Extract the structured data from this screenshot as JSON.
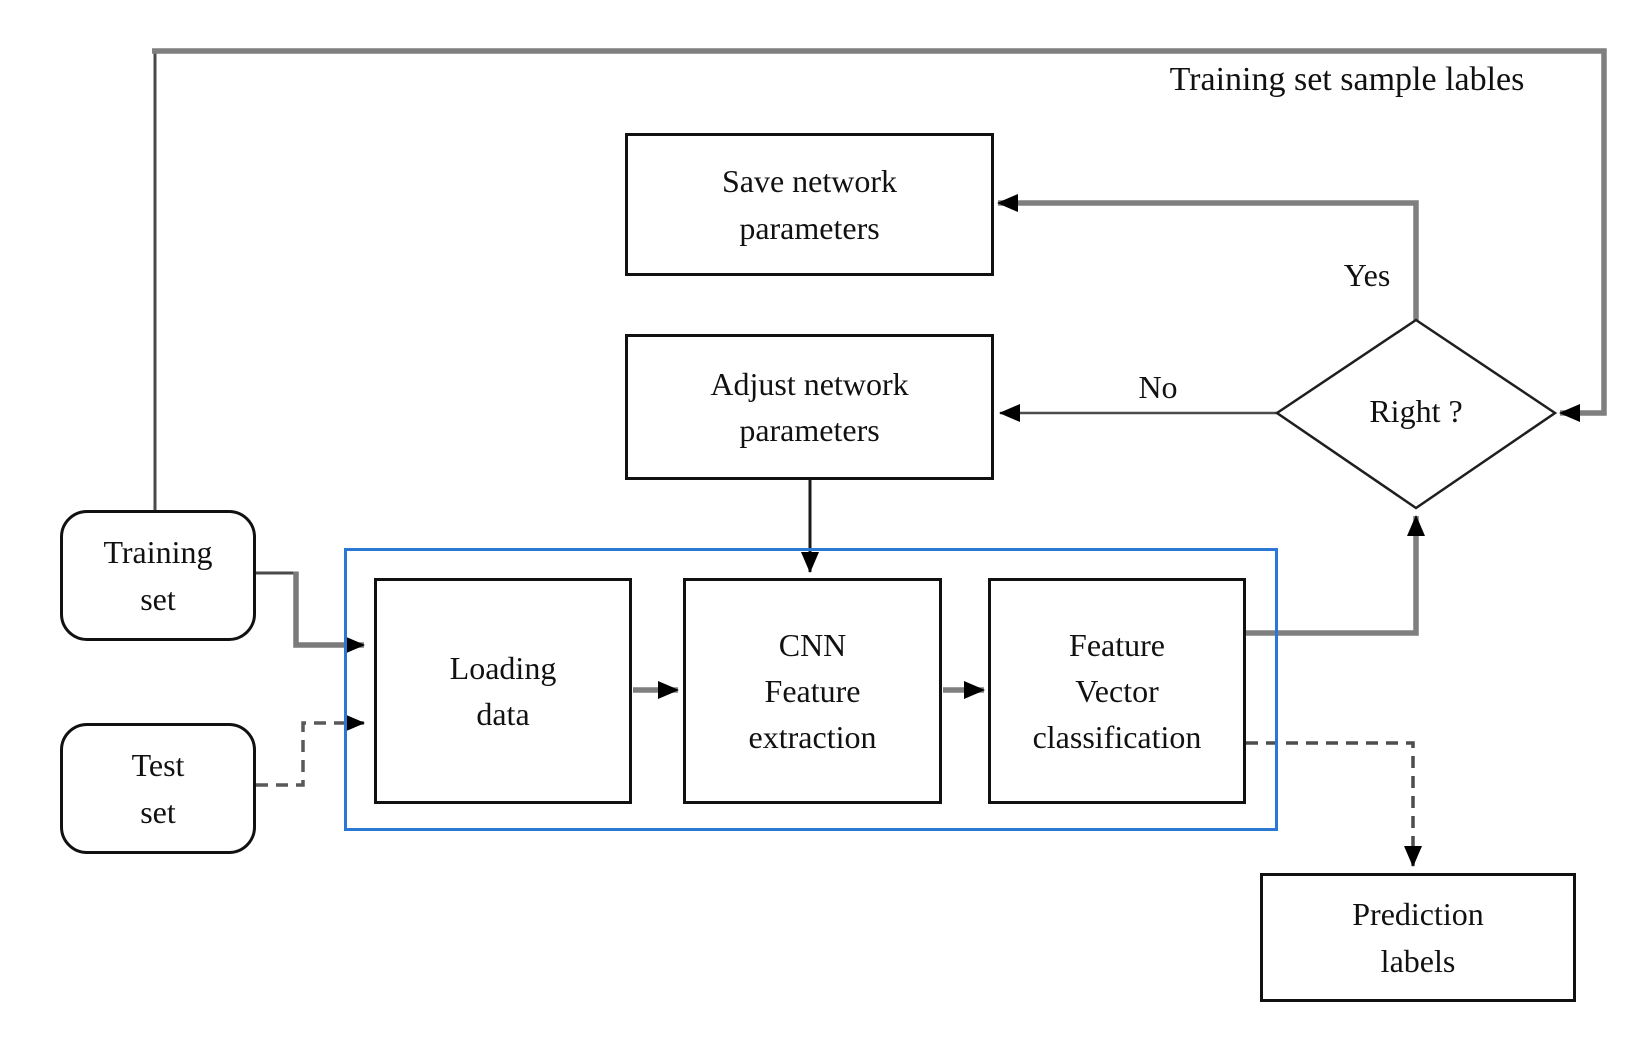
{
  "diagram": {
    "top_label": "Training set sample lables",
    "nodes": {
      "save": {
        "lines": [
          "Save network",
          "parameters"
        ]
      },
      "adjust": {
        "lines": [
          "Adjust network",
          "parameters"
        ]
      },
      "decision": {
        "label": "Right ?"
      },
      "training_set": {
        "lines": [
          "Training",
          "set"
        ]
      },
      "test_set": {
        "lines": [
          "Test",
          "set"
        ]
      },
      "loading": {
        "lines": [
          "Loading",
          "data"
        ]
      },
      "cnn": {
        "lines": [
          "CNN",
          "Feature",
          "extraction"
        ]
      },
      "classification": {
        "lines": [
          "Feature",
          "Vector",
          "classification"
        ]
      },
      "prediction": {
        "lines": [
          "Prediction",
          "labels"
        ]
      }
    },
    "edge_labels": {
      "yes": "Yes",
      "no": "No"
    },
    "colors": {
      "pipeline_container_border": "#2b78d4",
      "connector_gray": "#7f7f7f",
      "connector_dark": "#4a4a4a",
      "dashed_connector": "#4d4d4d",
      "node_border": "#111111",
      "arrowhead": "#000000",
      "text": "#111111",
      "background": "#ffffff"
    }
  }
}
